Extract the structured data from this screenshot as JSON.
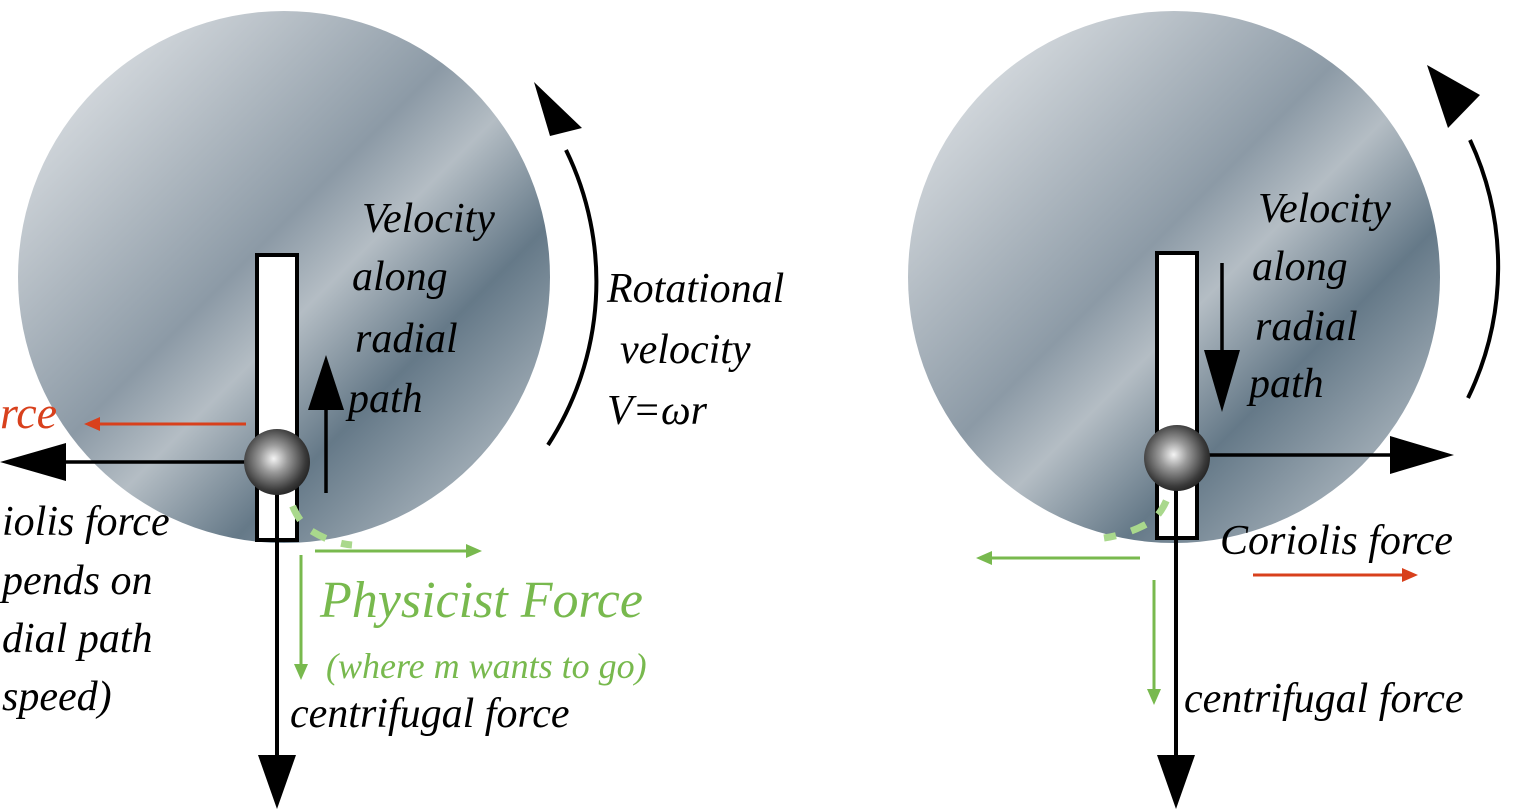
{
  "colors": {
    "black": "#000000",
    "green": "#78b94e",
    "dashed_green": "#a9d88c",
    "red": "#d8401c",
    "disk_light": "#c7cdd2",
    "disk_dark": "#5f7383"
  },
  "left": {
    "velocity_line1": "Velocity",
    "velocity_line2": "along",
    "velocity_line3": "radial",
    "velocity_line4": "path",
    "rotational_line1": "Rotational",
    "rotational_line2": "velocity",
    "rotational_formula": "V=ωr",
    "force_fragment": "rce",
    "coriolis_line1": "iolis force",
    "coriolis_line2": "pends on",
    "coriolis_line3": "dial path",
    "coriolis_line4": "speed)",
    "physicist_force": "Physicist Force",
    "physicist_note": "(where m wants to go)",
    "centrifugal": "centrifugal force"
  },
  "right": {
    "velocity_line1": "Velocity",
    "velocity_line2": "along",
    "velocity_line3": "radial",
    "velocity_line4": "path",
    "coriolis": "Coriolis force",
    "centrifugal": "centrifugal force"
  }
}
